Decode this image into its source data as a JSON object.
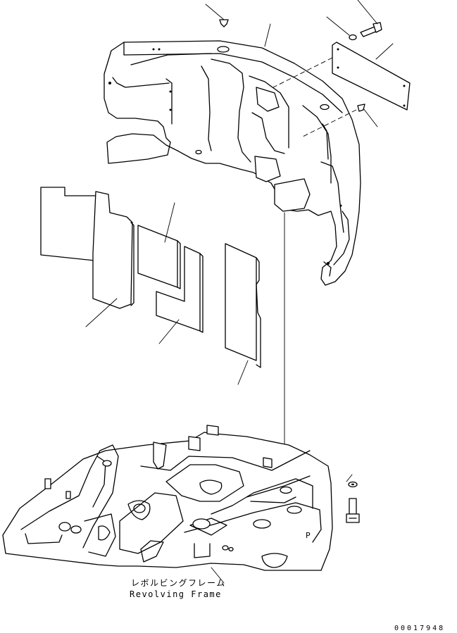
{
  "frame_label": {
    "japanese": "レボルビングフレーム",
    "english": "Revolving Frame"
  },
  "drawing_number": "00017948",
  "frame_mark": "P"
}
